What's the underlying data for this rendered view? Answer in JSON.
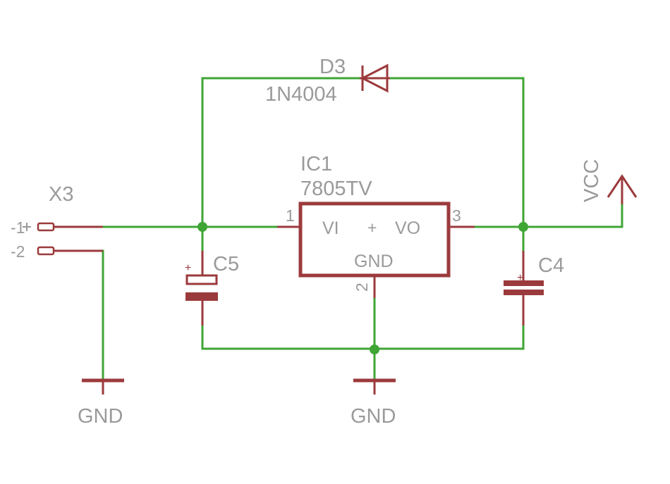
{
  "diode": {
    "ref": "D3",
    "value": "1N4004"
  },
  "regulator": {
    "ref": "IC1",
    "value": "7805TV",
    "pin_vi": "VI",
    "pin_vo": "VO",
    "pin_gnd": "GND",
    "pin1": "1",
    "pin2": "2",
    "pin3": "3",
    "center_mark": "+"
  },
  "connector": {
    "ref": "X3",
    "pin1": "-1",
    "pin2": "-2"
  },
  "cap_c5": {
    "ref": "C5",
    "polarity": "+"
  },
  "cap_c4": {
    "ref": "C4",
    "polarity": "+"
  },
  "supply": {
    "vcc": "VCC"
  },
  "ground": {
    "left": "GND",
    "center": "GND"
  },
  "colors": {
    "wire": "#3fa535",
    "part": "#9b3a3c",
    "label": "#9a9a9a"
  }
}
